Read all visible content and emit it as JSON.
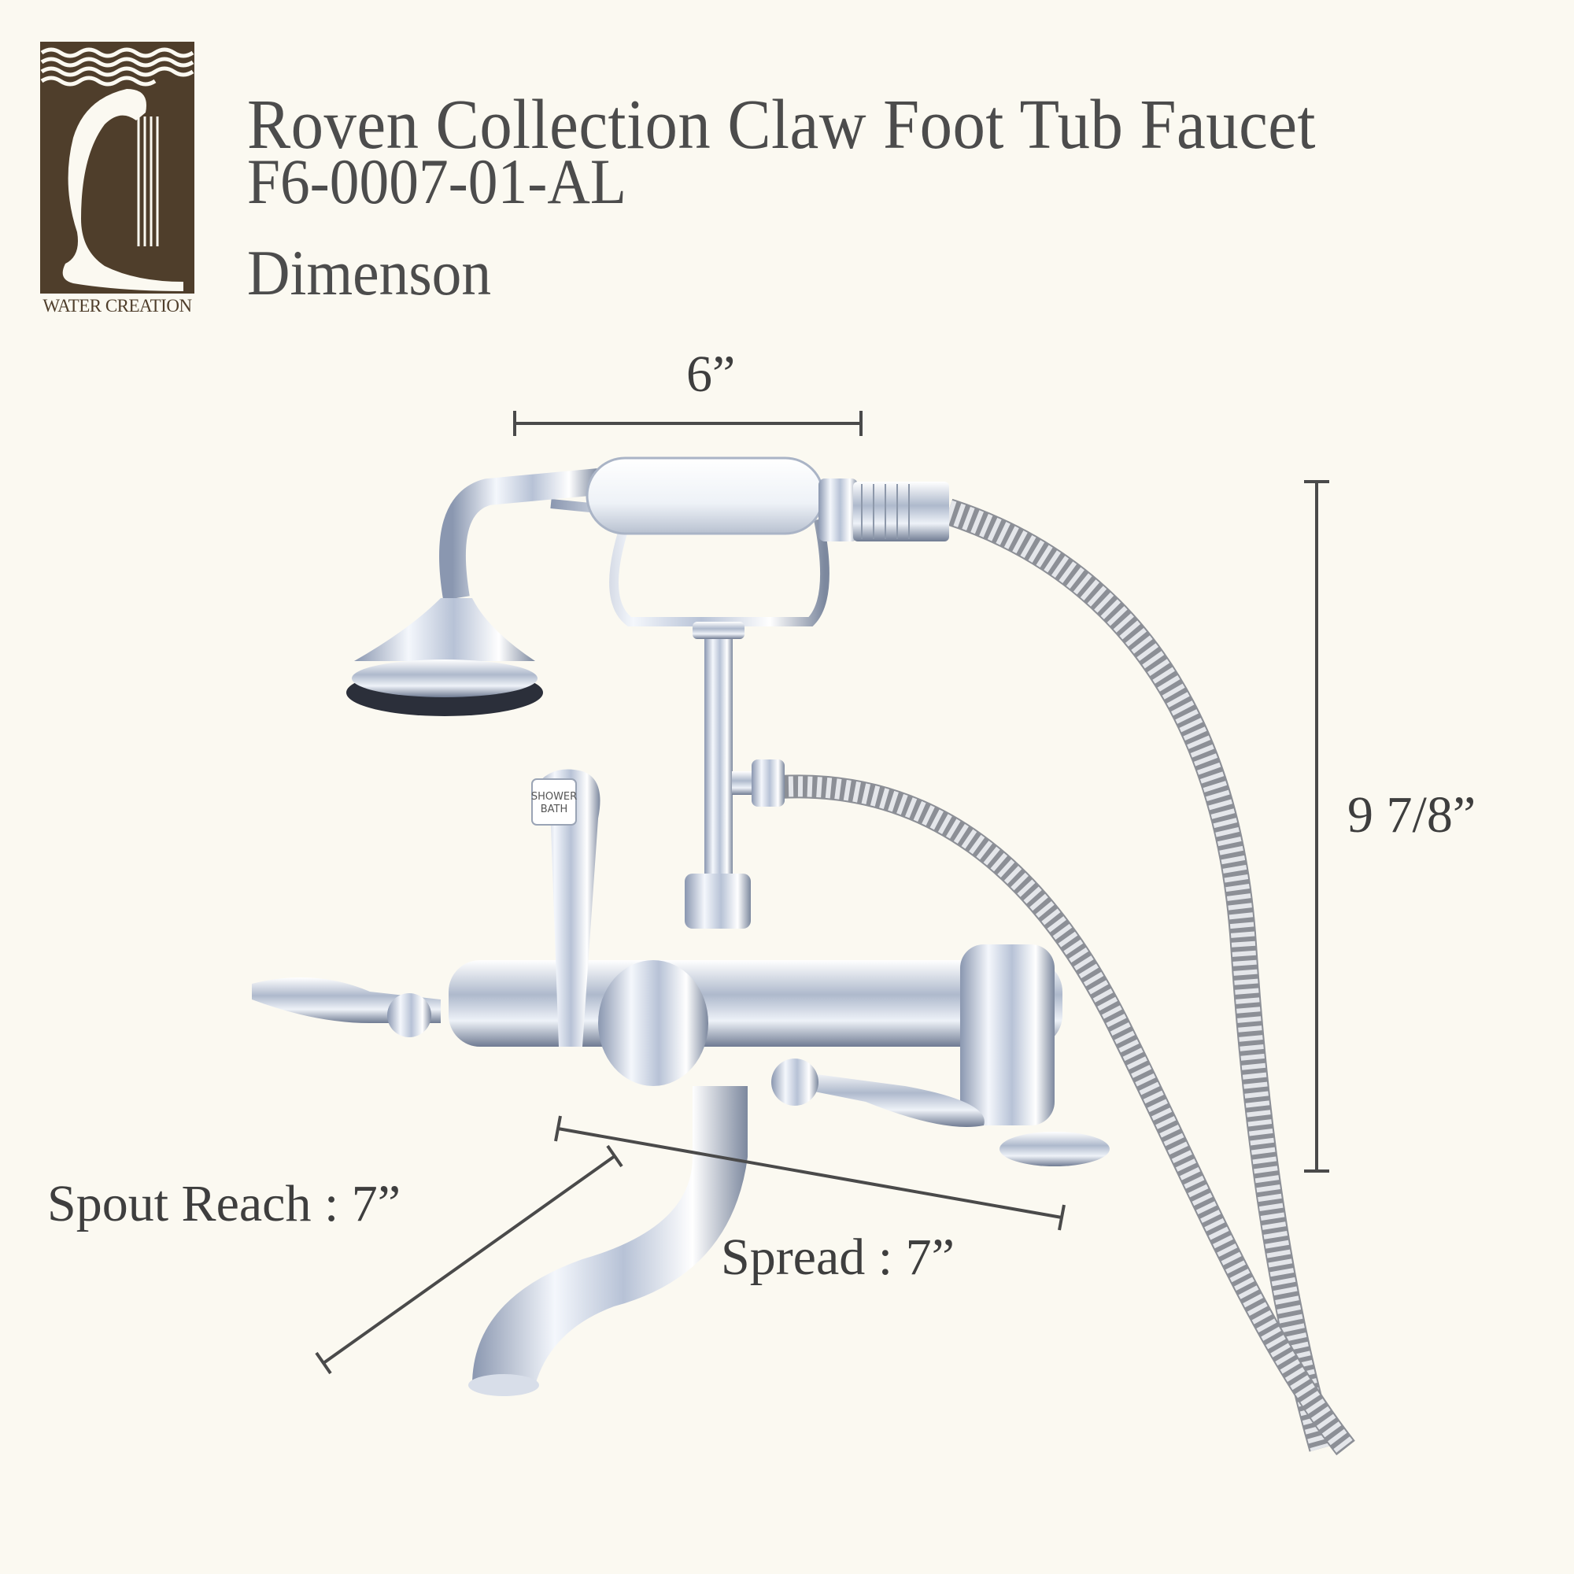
{
  "brand": {
    "name": "WATER CREATION",
    "logo_color": "#4f3e2b"
  },
  "header": {
    "title": "Roven Collection Claw Foot Tub Faucet",
    "model": "F6-0007-01-AL",
    "subtitle": "Dimenson"
  },
  "dimensions": {
    "handshower_width": "6”",
    "height": "9 7/8”",
    "spread": "Spread : 7”",
    "spout_reach": "Spout Reach : 7”"
  },
  "product": {
    "lever_label": "SHOWER BATH"
  },
  "colors": {
    "background": "#fbf9f1",
    "text": "#4c4c4c",
    "dimension_line": "#4a4a4a"
  }
}
